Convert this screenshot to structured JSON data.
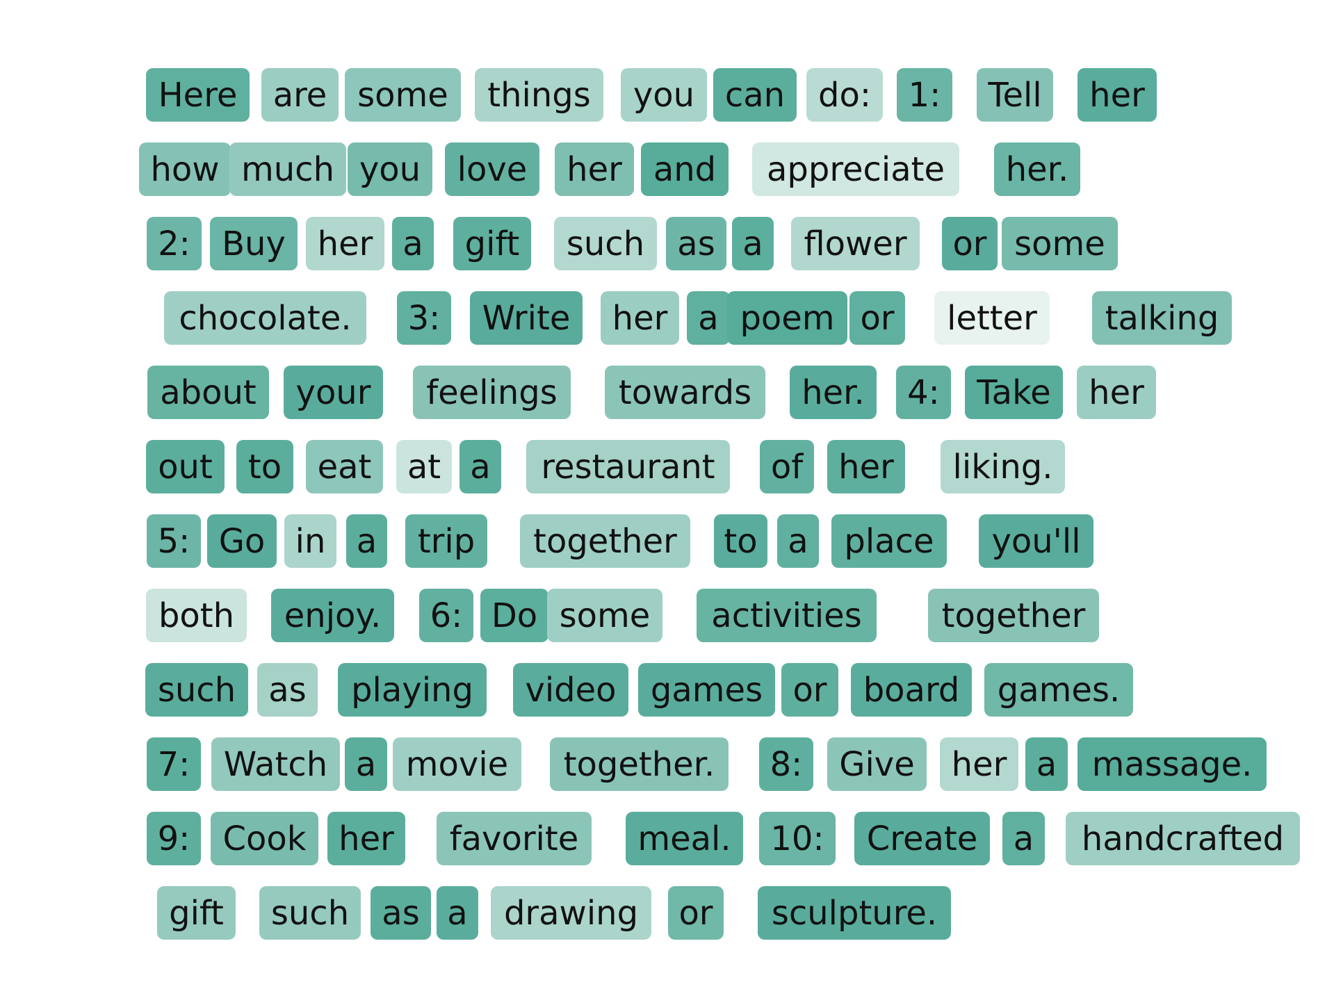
{
  "palette": {
    "low": "#e8f2ef",
    "high": "#56ab99"
  },
  "lines": [
    {
      "tokens": [
        {
          "text": "Here",
          "weight": 0.93
        },
        {
          "text": "are",
          "weight": 0.52
        },
        {
          "text": "some",
          "weight": 0.62
        },
        {
          "text": "things",
          "weight": 0.42
        },
        {
          "text": "you",
          "weight": 0.44
        },
        {
          "text": "can",
          "weight": 0.96
        },
        {
          "text": "do:",
          "weight": 0.32
        },
        {
          "text": "1:",
          "weight": 0.86
        },
        {
          "text": "Tell",
          "weight": 0.68
        },
        {
          "text": "her",
          "weight": 0.97
        }
      ]
    },
    {
      "tokens": [
        {
          "text": "how",
          "weight": 0.68
        },
        {
          "text": "much",
          "weight": 0.58
        },
        {
          "text": "you",
          "weight": 0.78
        },
        {
          "text": "love",
          "weight": 0.92
        },
        {
          "text": "her",
          "weight": 0.72
        },
        {
          "text": "and",
          "weight": 0.99
        },
        {
          "text": "appreciate",
          "weight": 0.16
        },
        {
          "text": "her.",
          "weight": 0.86
        }
      ]
    },
    {
      "tokens": [
        {
          "text": "2:",
          "weight": 0.84
        },
        {
          "text": "Buy",
          "weight": 0.86
        },
        {
          "text": "her",
          "weight": 0.38
        },
        {
          "text": "a",
          "weight": 0.93
        },
        {
          "text": "gift",
          "weight": 0.94
        },
        {
          "text": "such",
          "weight": 0.36
        },
        {
          "text": "as",
          "weight": 0.84
        },
        {
          "text": "a",
          "weight": 0.95
        },
        {
          "text": "flower",
          "weight": 0.38
        },
        {
          "text": "or",
          "weight": 0.98
        },
        {
          "text": "some",
          "weight": 0.78
        }
      ]
    },
    {
      "tokens": [
        {
          "text": "chocolate.",
          "weight": 0.5
        },
        {
          "text": "3:",
          "weight": 0.92
        },
        {
          "text": "Write",
          "weight": 0.98
        },
        {
          "text": "her",
          "weight": 0.52
        },
        {
          "text": "a",
          "weight": 0.93
        },
        {
          "text": "poem",
          "weight": 0.99
        },
        {
          "text": "or",
          "weight": 0.93
        },
        {
          "text": "letter",
          "weight": 0.0
        },
        {
          "text": "talking",
          "weight": 0.7
        }
      ]
    },
    {
      "tokens": [
        {
          "text": "about",
          "weight": 0.88
        },
        {
          "text": "your",
          "weight": 0.98
        },
        {
          "text": "feelings",
          "weight": 0.66
        },
        {
          "text": "towards",
          "weight": 0.64
        },
        {
          "text": "her.",
          "weight": 0.98
        },
        {
          "text": "4:",
          "weight": 0.92
        },
        {
          "text": "Take",
          "weight": 0.99
        },
        {
          "text": "her",
          "weight": 0.52
        }
      ]
    },
    {
      "tokens": [
        {
          "text": "out",
          "weight": 0.96
        },
        {
          "text": "to",
          "weight": 0.96
        },
        {
          "text": "eat",
          "weight": 0.62
        },
        {
          "text": "at",
          "weight": 0.2
        },
        {
          "text": "a",
          "weight": 0.96
        },
        {
          "text": "restaurant",
          "weight": 0.46
        },
        {
          "text": "of",
          "weight": 0.92
        },
        {
          "text": "her",
          "weight": 0.94
        },
        {
          "text": "liking.",
          "weight": 0.36
        }
      ]
    },
    {
      "tokens": [
        {
          "text": "5:",
          "weight": 0.84
        },
        {
          "text": "Go",
          "weight": 0.98
        },
        {
          "text": "in",
          "weight": 0.42
        },
        {
          "text": "a",
          "weight": 0.96
        },
        {
          "text": "trip",
          "weight": 0.92
        },
        {
          "text": "together",
          "weight": 0.5
        },
        {
          "text": "to",
          "weight": 0.97
        },
        {
          "text": "a",
          "weight": 0.93
        },
        {
          "text": "place",
          "weight": 0.94
        },
        {
          "text": "you'll",
          "weight": 0.98
        }
      ]
    },
    {
      "tokens": [
        {
          "text": "both",
          "weight": 0.2
        },
        {
          "text": "enjoy.",
          "weight": 0.98
        },
        {
          "text": "6:",
          "weight": 0.92
        },
        {
          "text": "Do",
          "weight": 0.95
        },
        {
          "text": "some",
          "weight": 0.5
        },
        {
          "text": "activities",
          "weight": 0.88
        },
        {
          "text": "together",
          "weight": 0.66
        }
      ]
    },
    {
      "tokens": [
        {
          "text": "such",
          "weight": 0.97
        },
        {
          "text": "as",
          "weight": 0.46
        },
        {
          "text": "playing",
          "weight": 0.98
        },
        {
          "text": "video",
          "weight": 0.97
        },
        {
          "text": "games",
          "weight": 0.98
        },
        {
          "text": "or",
          "weight": 0.94
        },
        {
          "text": "board",
          "weight": 0.97
        },
        {
          "text": "games.",
          "weight": 0.82
        }
      ]
    },
    {
      "tokens": [
        {
          "text": "7:",
          "weight": 0.96
        },
        {
          "text": "Watch",
          "weight": 0.58
        },
        {
          "text": "a",
          "weight": 0.96
        },
        {
          "text": "movie",
          "weight": 0.5
        },
        {
          "text": "together.",
          "weight": 0.66
        },
        {
          "text": "8:",
          "weight": 0.94
        },
        {
          "text": "Give",
          "weight": 0.64
        },
        {
          "text": "her",
          "weight": 0.36
        },
        {
          "text": "a",
          "weight": 0.96
        },
        {
          "text": "massage.",
          "weight": 0.99
        }
      ]
    },
    {
      "tokens": [
        {
          "text": "9:",
          "weight": 0.94
        },
        {
          "text": "Cook",
          "weight": 0.76
        },
        {
          "text": "her",
          "weight": 0.96
        },
        {
          "text": "favorite",
          "weight": 0.64
        },
        {
          "text": "meal.",
          "weight": 0.97
        },
        {
          "text": "10:",
          "weight": 0.86
        },
        {
          "text": "Create",
          "weight": 0.98
        },
        {
          "text": "a",
          "weight": 0.93
        },
        {
          "text": "handcrafted",
          "weight": 0.5
        }
      ]
    },
    {
      "tokens": [
        {
          "text": "gift",
          "weight": 0.56
        },
        {
          "text": "such",
          "weight": 0.56
        },
        {
          "text": "as",
          "weight": 0.96
        },
        {
          "text": "a",
          "weight": 0.97
        },
        {
          "text": "drawing",
          "weight": 0.42
        },
        {
          "text": "or",
          "weight": 0.82
        },
        {
          "text": "sculpture.",
          "weight": 0.98
        }
      ]
    }
  ]
}
